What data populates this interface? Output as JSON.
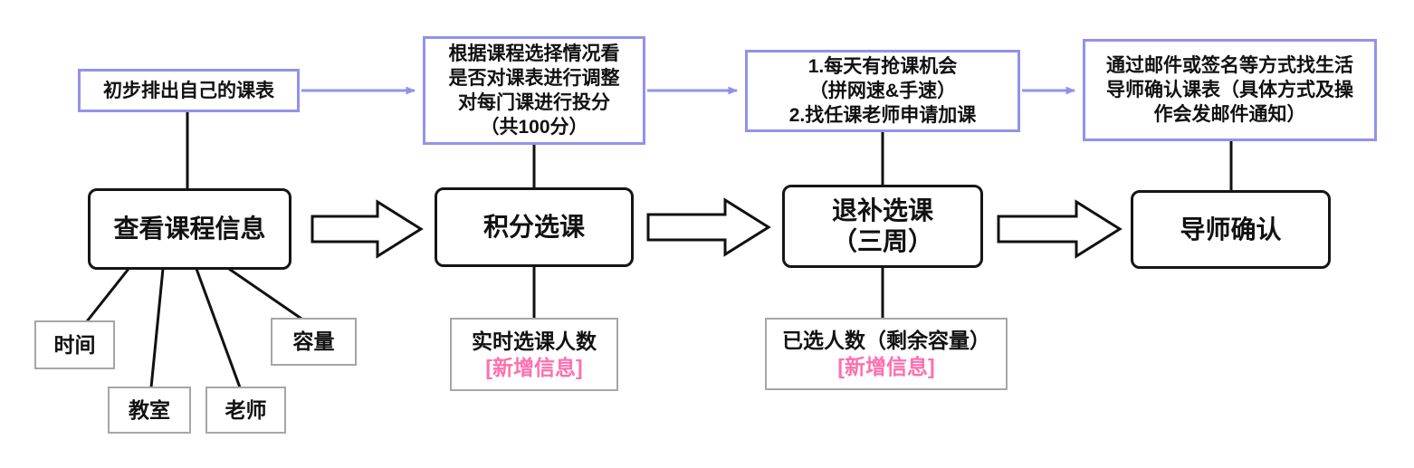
{
  "flowchart": {
    "notes": [
      {
        "lines": [
          "初步排出自己的课表"
        ]
      },
      {
        "lines": [
          "根据课程选择情况看",
          "是否对课表进行调整",
          "对每门课进行投分",
          "（共100分）"
        ]
      },
      {
        "lines": [
          "1.每天有抢课机会",
          "（拼网速&手速）",
          "2.找任课老师申请加课"
        ]
      },
      {
        "lines": [
          "通过邮件或签名等方式找生活",
          "导师确认课表（具体方式及操",
          "作会发邮件通知）"
        ]
      }
    ],
    "steps": [
      {
        "lines": [
          "查看课程信息"
        ]
      },
      {
        "lines": [
          "积分选课"
        ]
      },
      {
        "lines": [
          "退补选课",
          "（三周）"
        ]
      },
      {
        "lines": [
          "导师确认"
        ]
      }
    ],
    "attributes": [
      "时间",
      "教室",
      "老师",
      "容量"
    ],
    "annotations": [
      {
        "label": "实时选课人数",
        "tag": "[新增信息]"
      },
      {
        "label": "已选人数（剩余容量）",
        "tag": "[新增信息]"
      }
    ],
    "colors": {
      "note_border": "#9292ec",
      "main_border": "#151515",
      "detail_border": "#a6a6a6",
      "tag_pink": "#ff6fae",
      "connector_black": "#111111"
    }
  }
}
